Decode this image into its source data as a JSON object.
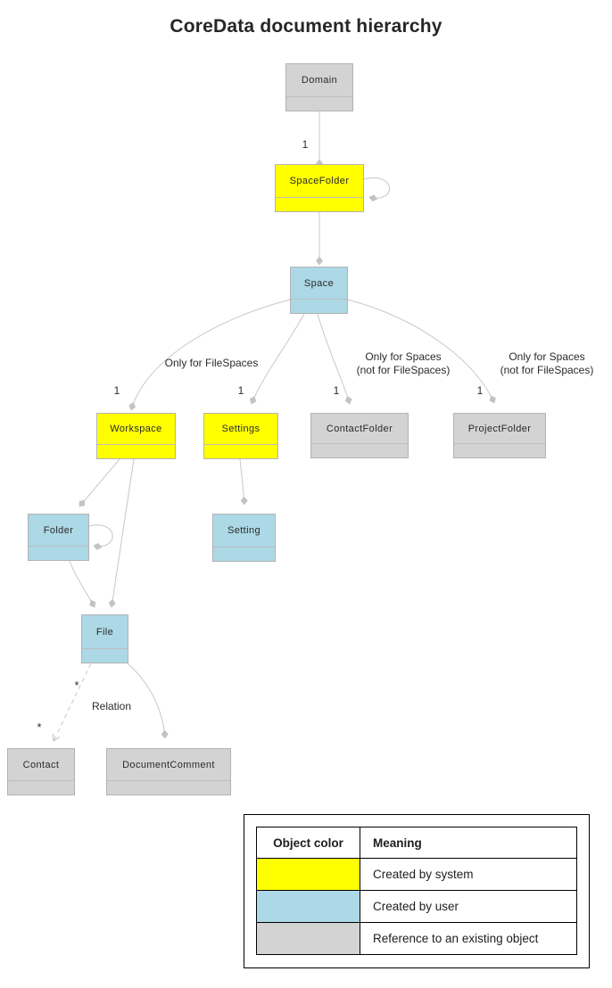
{
  "title": "CoreData document hierarchy",
  "colors": {
    "system_yellow": "#ffff00",
    "user_blue": "#add8e6",
    "reference_gray": "#d3d3d3",
    "connector_gray": "#c8c8c8"
  },
  "nodes": [
    {
      "id": "domain",
      "label": "Domain",
      "type": "reference"
    },
    {
      "id": "spacefolder",
      "label": "SpaceFolder",
      "type": "system"
    },
    {
      "id": "space",
      "label": "Space",
      "type": "user"
    },
    {
      "id": "workspace",
      "label": "Workspace",
      "type": "system"
    },
    {
      "id": "settings",
      "label": "Settings",
      "type": "system"
    },
    {
      "id": "contactfolder",
      "label": "ContactFolder",
      "type": "reference"
    },
    {
      "id": "projectfolder",
      "label": "ProjectFolder",
      "type": "reference"
    },
    {
      "id": "folder",
      "label": "Folder",
      "type": "user"
    },
    {
      "id": "setting",
      "label": "Setting",
      "type": "user"
    },
    {
      "id": "file",
      "label": "File",
      "type": "user"
    },
    {
      "id": "contact",
      "label": "Contact",
      "type": "reference"
    },
    {
      "id": "documentcomment",
      "label": "DocumentComment",
      "type": "reference"
    }
  ],
  "edges": [
    {
      "from": "Domain",
      "to": "SpaceFolder",
      "end": "diamond",
      "multiplicity": "1"
    },
    {
      "from": "SpaceFolder",
      "to": "SpaceFolder",
      "end": "diamond",
      "note": "self reference"
    },
    {
      "from": "SpaceFolder",
      "to": "Space",
      "end": "diamond"
    },
    {
      "from": "Space",
      "to": "Workspace",
      "end": "diamond",
      "multiplicity": "1",
      "note": "Only for FileSpaces"
    },
    {
      "from": "Space",
      "to": "Settings",
      "end": "diamond",
      "multiplicity": "1"
    },
    {
      "from": "Space",
      "to": "ContactFolder",
      "end": "diamond",
      "multiplicity": "1",
      "note": "Only for Spaces (not for FileSpaces)"
    },
    {
      "from": "Space",
      "to": "ProjectFolder",
      "end": "diamond",
      "multiplicity": "1",
      "note": "Only for Spaces (not for FileSpaces)"
    },
    {
      "from": "Workspace",
      "to": "Folder",
      "end": "diamond"
    },
    {
      "from": "Workspace",
      "to": "File",
      "end": "diamond"
    },
    {
      "from": "Folder",
      "to": "Folder",
      "end": "diamond",
      "note": "self reference"
    },
    {
      "from": "Folder",
      "to": "File",
      "end": "diamond"
    },
    {
      "from": "Settings",
      "to": "Setting",
      "end": "diamond"
    },
    {
      "from": "File",
      "to": "Contact",
      "end": "open-arrow",
      "style": "dashed",
      "label": "Relation",
      "multiplicity_source": "*",
      "multiplicity_target": "*"
    },
    {
      "from": "File",
      "to": "DocumentComment",
      "end": "diamond"
    }
  ],
  "labels": {
    "mult_domain_spacefolder": "1",
    "mult_space_workspace": "1",
    "mult_space_settings": "1",
    "mult_space_contactfolder": "1",
    "mult_space_projectfolder": "1",
    "only_filespaces": "Only for FileSpaces",
    "only_spaces_1": "Only for Spaces",
    "only_spaces_2": "(not for FileSpaces)",
    "relation": "Relation",
    "star_file": "*",
    "star_contact": "*"
  },
  "legend": {
    "headers": [
      "Object color",
      "Meaning"
    ],
    "rows": [
      {
        "color": "#ffff00",
        "meaning": "Created by system"
      },
      {
        "color": "#add8e6",
        "meaning": "Created by user"
      },
      {
        "color": "#d3d3d3",
        "meaning": "Reference to an existing object"
      }
    ]
  }
}
